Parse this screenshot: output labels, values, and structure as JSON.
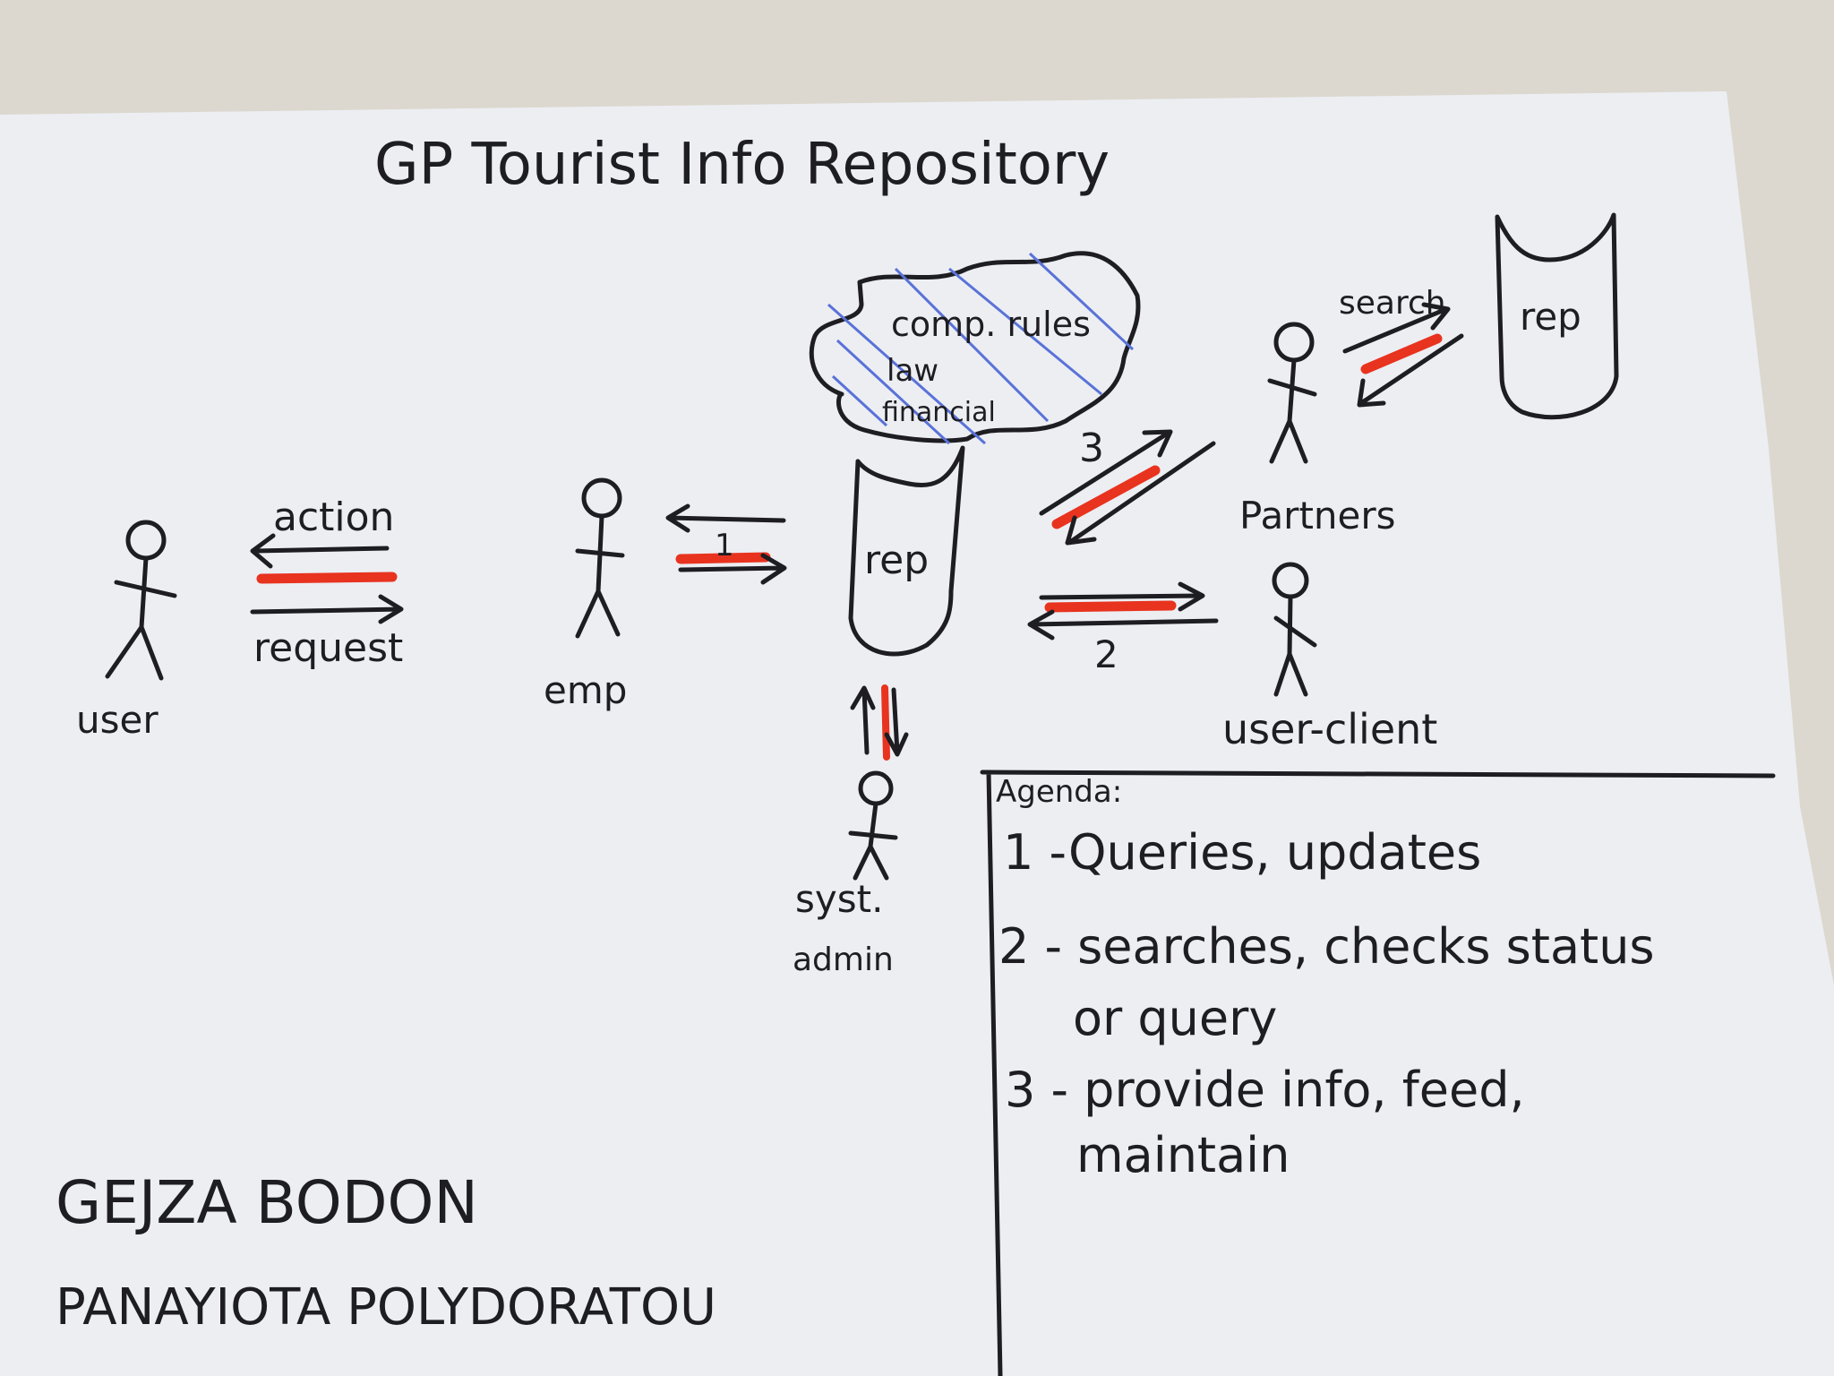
{
  "title": "GP Tourist Info Repository",
  "actors": {
    "user": "user",
    "emp": "emp",
    "partners": "Partners",
    "user_client": "user-client",
    "sysadmin_line1": "syst.",
    "sysadmin_line2": "admin"
  },
  "repositories": {
    "main": "rep",
    "partner": "rep"
  },
  "cloud": {
    "line1": "comp. rules",
    "line2": "law",
    "line3": "financial"
  },
  "arrows": {
    "action": "action",
    "request": "request",
    "search": "search",
    "label_1": "1",
    "label_2": "2",
    "label_3": "3"
  },
  "agenda": {
    "heading": "Agenda:",
    "items": [
      "1 -Queries, updates",
      "2 - searches, checks status",
      "or query",
      "3 - provide info, feed,",
      "maintain"
    ]
  },
  "authors": [
    "GEJZA BODON",
    "PANAYIOTA POLYDORATOU"
  ],
  "colors": {
    "ink": "#1d1d22",
    "highlight": "#e8331f",
    "hatch": "#5a72d8",
    "paper": "#ecedf1",
    "wall": "#dcd8cf"
  }
}
